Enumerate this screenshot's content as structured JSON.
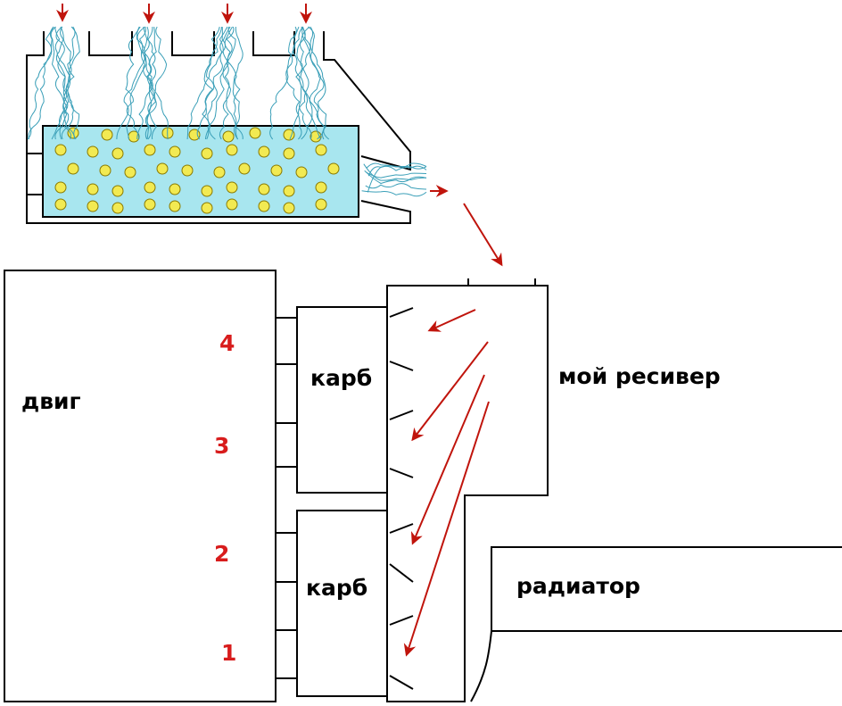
{
  "labels": {
    "engine": "двиг",
    "carb_top": "карб",
    "carb_bottom": "карб",
    "receiver": "мой ресивер",
    "radiator": "радиатор"
  },
  "cylinders": [
    "4",
    "3",
    "2",
    "1"
  ],
  "colors": {
    "stroke": "#000000",
    "arrow": "#c0140c",
    "cylinder_number": "#d81c1c",
    "water": "#a8e6ef",
    "bubble_fill": "#f2ea52",
    "bubble_stroke": "#8a7a00",
    "airflow": "#3a9fb8"
  }
}
